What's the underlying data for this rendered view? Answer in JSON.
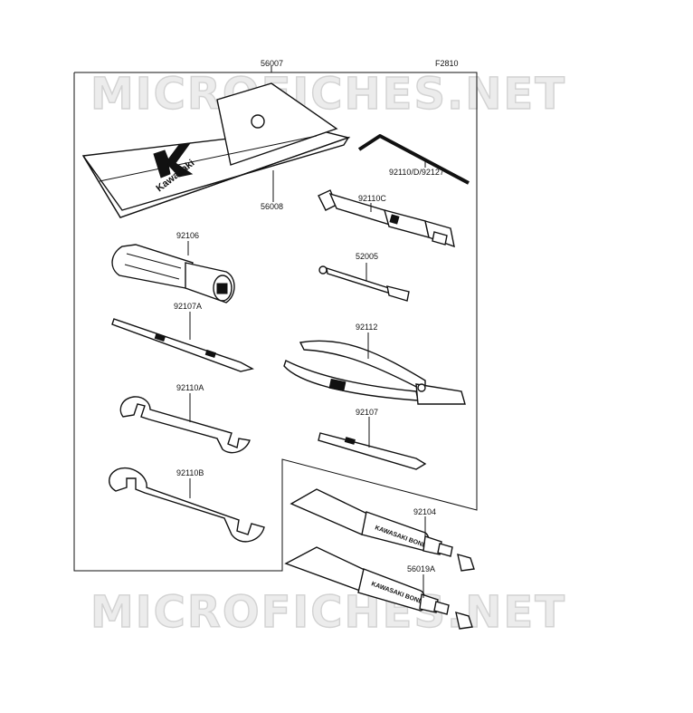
{
  "figure_code": "F2810",
  "watermark": {
    "text": "MICROFICHES.NET"
  },
  "brand": {
    "logo_text": "Kawasaki",
    "tube_text": "KAWASAKI BOND"
  },
  "parts": {
    "set": "56007",
    "pouch": "56008",
    "hex_wrench": "92110/D/92127",
    "spark_plug_wrench": "92110C",
    "handle": "52005",
    "screwdriver_handle": "92106",
    "screwdriver_bit_a": "92107A",
    "pliers": "92112",
    "wrench_a": "92110A",
    "screwdriver_bit": "92107",
    "wrench_b": "92110B",
    "bond_tube_1": "92104",
    "bond_tube_2": "56019A"
  }
}
